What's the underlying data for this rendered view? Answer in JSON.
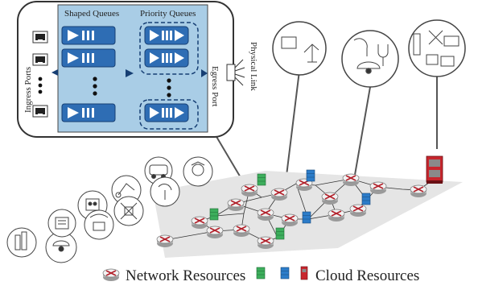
{
  "switch_panel": {
    "shaped_title": "Shaped Queues",
    "priority_title": "Priority Queues",
    "ingress_label": "Ingress Ports",
    "egress_label": "Egress Port",
    "link_label": "Physical Link"
  },
  "legend": {
    "network_label": "Network Resources",
    "cloud_label": "Cloud Resources"
  },
  "colors": {
    "queue_panel": "#a9cde6",
    "queue_box": "#2e6db4",
    "router_x": "#b2202a",
    "plane": "#e5e5e5",
    "server_green": "#3dae5c",
    "server_blue": "#2c7cc9",
    "server_red": "#c8262d"
  },
  "icons": {
    "port": "ethernet-port-icon",
    "queue": "queue-icon",
    "router": "router-icon",
    "server": "server-icon",
    "device": "iot-device-icon"
  }
}
